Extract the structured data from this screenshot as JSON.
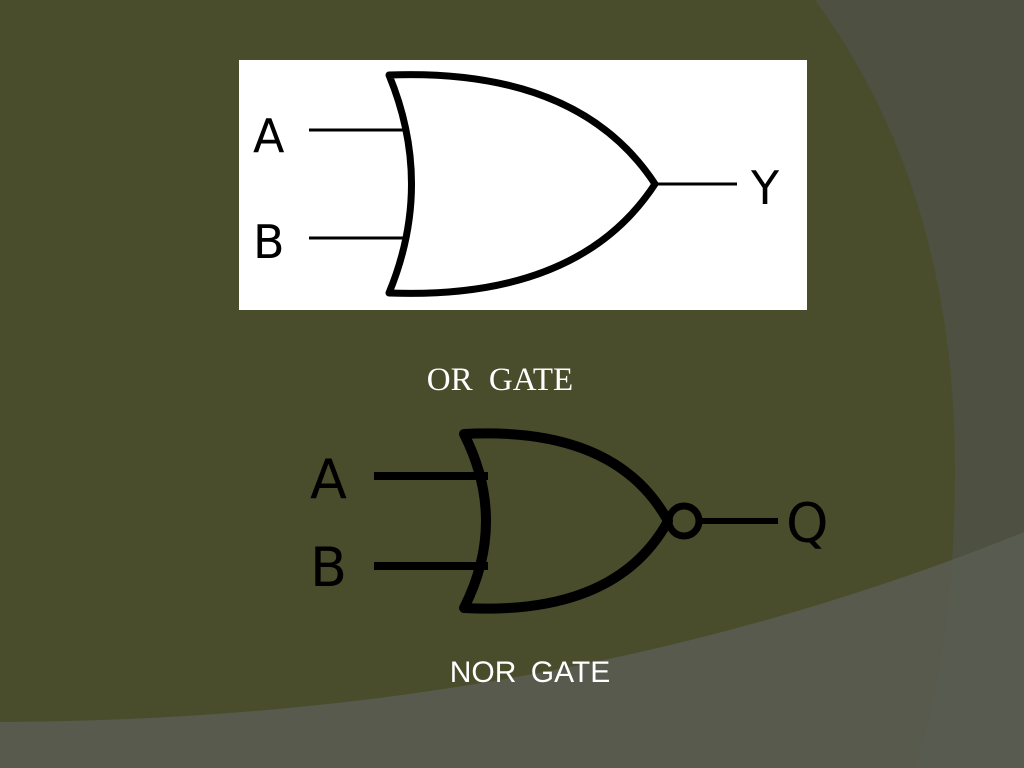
{
  "slide": {
    "colors": {
      "background": "#4a4d2c",
      "outer": "#4e5041",
      "band": "#5a5c52",
      "panel": "#ffffff",
      "caption_text": "#ffffff"
    }
  },
  "or_gate": {
    "caption": "OR  GATE",
    "input_a": "A",
    "input_b": "B",
    "output": "Y"
  },
  "nor_gate": {
    "caption": "NOR  GATE",
    "input_a": "A",
    "input_b": "B",
    "output": "Q"
  }
}
